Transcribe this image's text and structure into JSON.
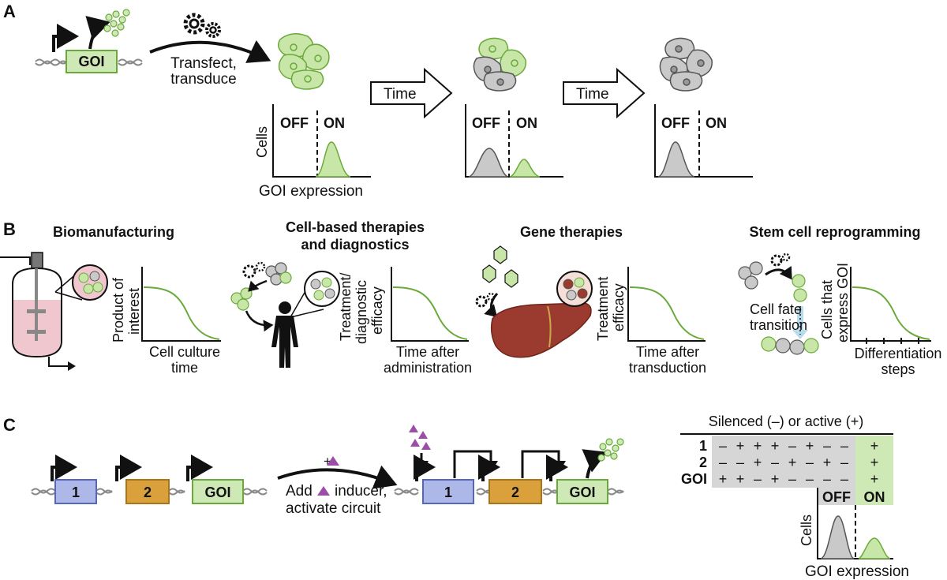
{
  "colors": {
    "green_fill": "#c8e6a8",
    "green_line": "#6aaa3a",
    "gray_fill": "#c9c9c9",
    "gray_line": "#555555",
    "blue_box": "#aeb8e8",
    "orange_box": "#d9a03c",
    "goi_box": "#cfe9b6",
    "liver": "#9b3a2e",
    "bioreactor_fill": "#f1c7cf",
    "inducer": "#9a4ea6",
    "table_gray": "#d6d6d6",
    "table_green": "#cfe9b6"
  },
  "panel_a": {
    "label": "A",
    "goi": "GOI",
    "transfect_1": "Transfect,",
    "transfect_2": "transduce",
    "time_1": "Time",
    "time_2": "Time",
    "off_1": "OFF",
    "on_1": "ON",
    "off_2": "OFF",
    "on_2": "ON",
    "off_3": "OFF",
    "on_3": "ON",
    "y_label": "Cells",
    "x_label": "GOI expression"
  },
  "panel_b": {
    "label": "B",
    "titles": [
      "Biomanufacturing",
      "Cell-based therapies",
      "and diagnostics",
      "Gene therapies",
      "Stem cell reprogramming"
    ],
    "bio_y_1": "Product of",
    "bio_y_2": "interest",
    "bio_x_1": "Cell culture",
    "bio_x_2": "time",
    "cell_y_1": "Treatment/",
    "cell_y_2": "diagnostic",
    "cell_y_3": "efficacy",
    "cell_x_1": "Time after",
    "cell_x_2": "administration",
    "gene_y_1": "Treatment",
    "gene_y_2": "efficacy",
    "gene_x_1": "Time after",
    "gene_x_2": "transduction",
    "fate_1": "Cell fate",
    "fate_2": "transition",
    "stem_y_1": "Cells that",
    "stem_y_2": "express GOI",
    "stem_x_1": "Differentiation",
    "stem_x_2": "steps"
  },
  "panel_c": {
    "label": "C",
    "gene_1": "1",
    "gene_2": "2",
    "goi": "GOI",
    "plus": "+",
    "add_1": "Add",
    "add_2": "inducer,",
    "add_3": "activate circuit",
    "table_title": "Silenced (–) or active (+)",
    "row_labels": [
      "1",
      "2",
      "GOI"
    ],
    "table_rows": [
      [
        "–",
        "+",
        "+",
        "+",
        "–",
        "+",
        "–",
        "–",
        "+"
      ],
      [
        "–",
        "–",
        "+",
        "–",
        "+",
        "–",
        "+",
        "–",
        "+"
      ],
      [
        "+",
        "+",
        "–",
        "+",
        "–",
        "–",
        "–",
        "–",
        "+"
      ]
    ],
    "off": "OFF",
    "on": "ON",
    "y_label": "Cells",
    "x_label": "GOI expression"
  }
}
